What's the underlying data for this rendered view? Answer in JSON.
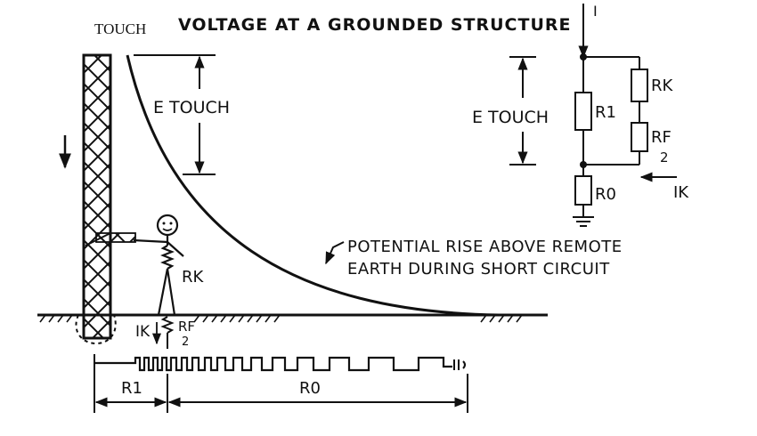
{
  "title": {
    "prefix": "TOUCH",
    "main": "VOLTAGE AT A GROUNDED STRUCTURE"
  },
  "left_diagram": {
    "e_touch": "E TOUCH",
    "rk": "RK",
    "rf_num": "RF",
    "rf_den": "2",
    "ik": "IK",
    "r1": "R1",
    "r0": "R0",
    "potential_line1": "POTENTIAL RISE ABOVE REMOTE",
    "potential_line2": "EARTH DURING SHORT CIRCUIT"
  },
  "circuit": {
    "i_label": "I",
    "e_touch": "E TOUCH",
    "r1": "R1",
    "rk": "RK",
    "rf_num": "RF",
    "rf_den": "2",
    "r0": "R0",
    "ik": "IK"
  }
}
